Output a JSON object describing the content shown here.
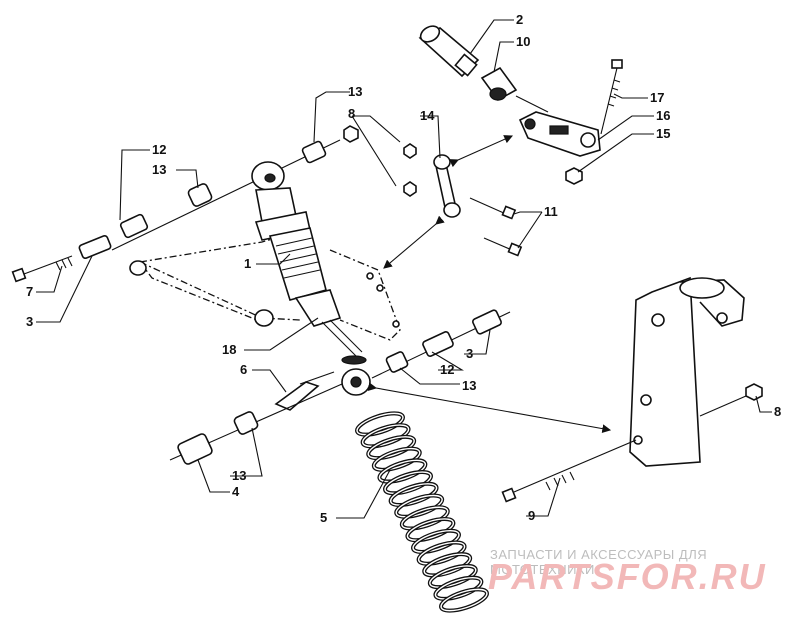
{
  "callouts": [
    {
      "id": "c2",
      "text": "2"
    },
    {
      "id": "c10",
      "text": "10"
    },
    {
      "id": "c17",
      "text": "17"
    },
    {
      "id": "c13a",
      "text": "13"
    },
    {
      "id": "c8a",
      "text": "8"
    },
    {
      "id": "c14",
      "text": "14"
    },
    {
      "id": "c16",
      "text": "16"
    },
    {
      "id": "c15",
      "text": "15"
    },
    {
      "id": "c12a",
      "text": "12"
    },
    {
      "id": "c13b",
      "text": "13"
    },
    {
      "id": "c11",
      "text": "11"
    },
    {
      "id": "c1",
      "text": "1"
    },
    {
      "id": "c7",
      "text": "7"
    },
    {
      "id": "c3a",
      "text": "3"
    },
    {
      "id": "c18",
      "text": "18"
    },
    {
      "id": "c3b",
      "text": "3"
    },
    {
      "id": "c12b",
      "text": "12"
    },
    {
      "id": "c6",
      "text": "6"
    },
    {
      "id": "c13c",
      "text": "13"
    },
    {
      "id": "c8b",
      "text": "8"
    },
    {
      "id": "c13d",
      "text": "13"
    },
    {
      "id": "c4",
      "text": "4"
    },
    {
      "id": "c9",
      "text": "9"
    },
    {
      "id": "c5",
      "text": "5"
    }
  ],
  "watermark": {
    "tagline": "ЗАПЧАСТИ И АКСЕССУАРЫ ДЛЯ МОТОТЕХНИКИ",
    "brand": "PARTSFOR.RU"
  }
}
